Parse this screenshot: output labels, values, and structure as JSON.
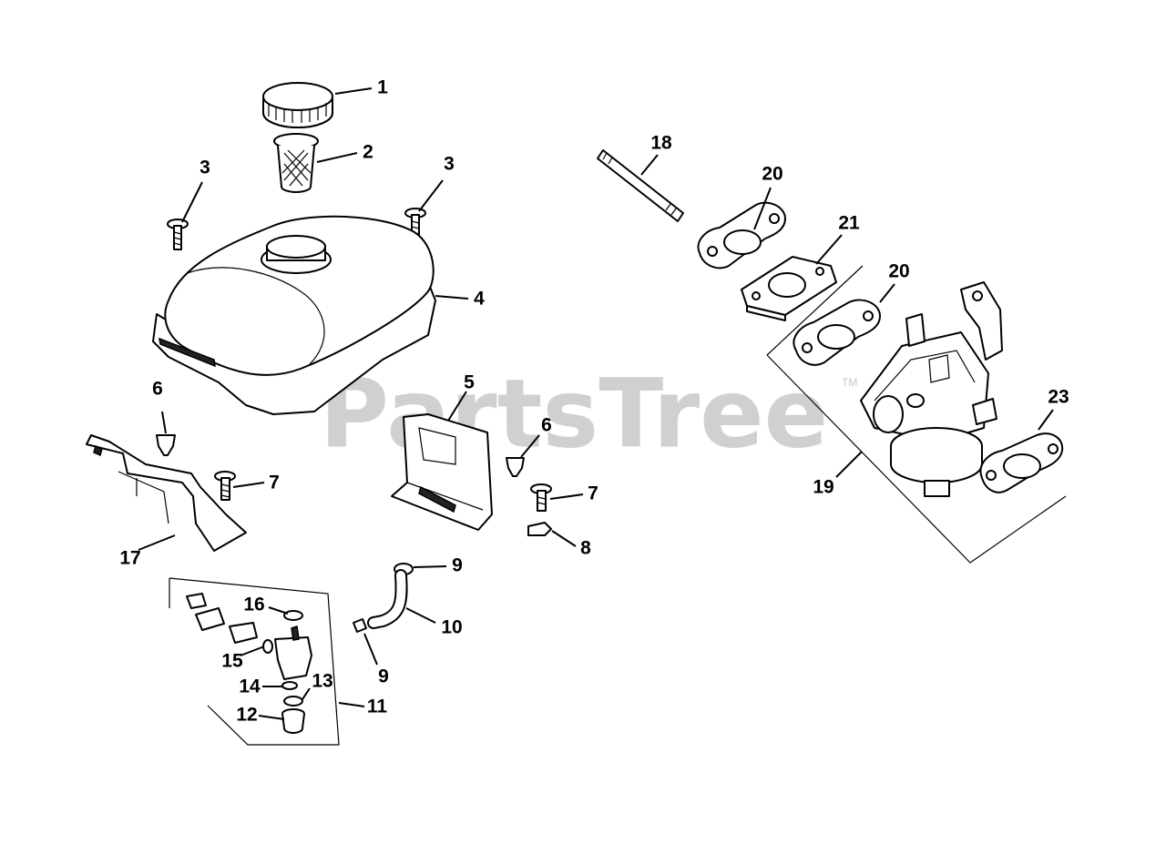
{
  "watermark": {
    "text": "PartsTree",
    "trademark": "TM"
  },
  "callouts": [
    {
      "id": "1",
      "label": "1"
    },
    {
      "id": "2",
      "label": "2"
    },
    {
      "id": "3a",
      "label": "3"
    },
    {
      "id": "3b",
      "label": "3"
    },
    {
      "id": "4",
      "label": "4"
    },
    {
      "id": "5",
      "label": "5"
    },
    {
      "id": "6a",
      "label": "6"
    },
    {
      "id": "6b",
      "label": "6"
    },
    {
      "id": "7a",
      "label": "7"
    },
    {
      "id": "7b",
      "label": "7"
    },
    {
      "id": "8",
      "label": "8"
    },
    {
      "id": "9a",
      "label": "9"
    },
    {
      "id": "9b",
      "label": "9"
    },
    {
      "id": "10",
      "label": "10"
    },
    {
      "id": "11",
      "label": "11"
    },
    {
      "id": "12",
      "label": "12"
    },
    {
      "id": "13",
      "label": "13"
    },
    {
      "id": "14",
      "label": "14"
    },
    {
      "id": "15",
      "label": "15"
    },
    {
      "id": "16",
      "label": "16"
    },
    {
      "id": "17",
      "label": "17"
    },
    {
      "id": "18",
      "label": "18"
    },
    {
      "id": "19",
      "label": "19"
    },
    {
      "id": "20a",
      "label": "20"
    },
    {
      "id": "20b",
      "label": "20"
    },
    {
      "id": "21",
      "label": "21"
    },
    {
      "id": "23",
      "label": "23"
    }
  ]
}
